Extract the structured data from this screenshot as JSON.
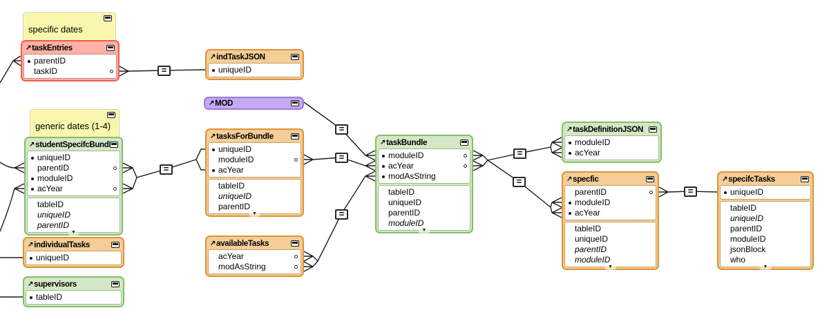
{
  "icons": {
    "occurrence_arrow": "↗",
    "equals": "=",
    "scroll_down": "▼"
  },
  "colors": {
    "note_yellow": "#f8f7ad",
    "table_red": "#ee5c4f",
    "table_orange": "#dd9336",
    "table_green": "#85bc6c",
    "table_purple": "#9b7ad9",
    "line_black": "#1c1c1c"
  },
  "notes": [
    {
      "label": "specific dates"
    },
    {
      "label": "generic dates (1-4)"
    }
  ],
  "tables": [
    {
      "name": "taskEntries",
      "theme": "red",
      "fields": [
        {
          "name": "parentID",
          "key": true
        },
        {
          "name": "taskID",
          "right_dot": true
        }
      ],
      "lower": []
    },
    {
      "name": "indTaskJSON",
      "theme": "orange",
      "fields": [
        {
          "name": "uniqueID",
          "key": true
        }
      ],
      "lower": []
    },
    {
      "name": "MOD",
      "theme": "purple",
      "collapsed": true,
      "fields": [],
      "lower": []
    },
    {
      "name": "studentSpecifcBundle",
      "theme": "green",
      "fields": [
        {
          "name": "uniqueID",
          "key": true
        },
        {
          "name": "parentID",
          "right_dot": true
        },
        {
          "name": "moduleID",
          "key": true
        },
        {
          "name": "acYear",
          "key": true,
          "right_dot": true
        }
      ],
      "lower": [
        {
          "name": "tableID"
        },
        {
          "name": "uniqueID",
          "italic": true
        },
        {
          "name": "parentID",
          "italic": true
        }
      ]
    },
    {
      "name": "tasksForBundle",
      "theme": "orange",
      "fields": [
        {
          "name": "uniqueID",
          "key": true
        },
        {
          "name": "moduleID",
          "right_dot": true
        },
        {
          "name": "acYear",
          "key": true
        }
      ],
      "lower": [
        {
          "name": "tableID"
        },
        {
          "name": "uniqueID",
          "italic": true
        },
        {
          "name": "parentID"
        }
      ]
    },
    {
      "name": "availableTasks",
      "theme": "orange",
      "fields": [
        {
          "name": "acYear",
          "right_dot": true
        },
        {
          "name": "modAsString",
          "right_dot": true
        }
      ],
      "lower": []
    },
    {
      "name": "taskBundle",
      "theme": "green",
      "fields": [
        {
          "name": "moduleID",
          "key": true,
          "right_dot": true
        },
        {
          "name": "acYear",
          "key": true,
          "right_dot": true
        },
        {
          "name": "modAsString",
          "key": true
        }
      ],
      "lower": [
        {
          "name": "tableID"
        },
        {
          "name": "uniqueID"
        },
        {
          "name": "parentID"
        },
        {
          "name": "moduleID",
          "italic": true
        }
      ]
    },
    {
      "name": "taskDefinitionJSON",
      "theme": "green",
      "fields": [
        {
          "name": "moduleID",
          "key": true
        },
        {
          "name": "acYear",
          "key": true
        }
      ],
      "lower": []
    },
    {
      "name": "specfic",
      "theme": "orange",
      "fields": [
        {
          "name": "parentID",
          "right_dot": true
        },
        {
          "name": "moduleID",
          "key": true
        },
        {
          "name": "acYear",
          "key": true
        }
      ],
      "lower": [
        {
          "name": "tableID"
        },
        {
          "name": "uniqueID"
        },
        {
          "name": "parentID",
          "italic": true
        },
        {
          "name": "moduleID",
          "italic": true
        }
      ]
    },
    {
      "name": "specifcTasks",
      "theme": "orange",
      "fields": [
        {
          "name": "uniqueID",
          "key": true
        }
      ],
      "lower": [
        {
          "name": "tableID"
        },
        {
          "name": "uniqueID",
          "italic": true
        },
        {
          "name": "parentID"
        },
        {
          "name": "moduleID"
        },
        {
          "name": "jsonBlock"
        },
        {
          "name": "who"
        }
      ]
    },
    {
      "name": "individualTasks",
      "theme": "orange",
      "fields": [
        {
          "name": "uniqueID",
          "key": true
        }
      ],
      "lower": []
    },
    {
      "name": "supervisors",
      "theme": "green",
      "fields": [
        {
          "name": "tableID",
          "key": true
        }
      ],
      "lower": []
    }
  ]
}
